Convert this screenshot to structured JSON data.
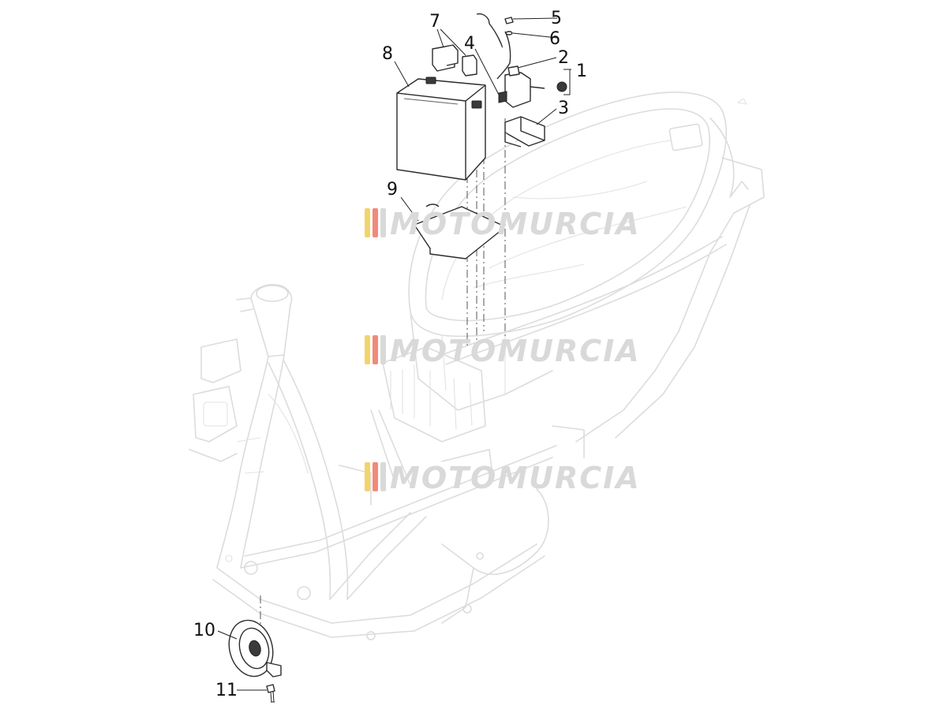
{
  "diagram": {
    "callouts": [
      {
        "id": "c1",
        "label": "1"
      },
      {
        "id": "c2",
        "label": "2"
      },
      {
        "id": "c3",
        "label": "3"
      },
      {
        "id": "c4",
        "label": "4"
      },
      {
        "id": "c5",
        "label": "5"
      },
      {
        "id": "c6",
        "label": "6"
      },
      {
        "id": "c7",
        "label": "7"
      },
      {
        "id": "c8",
        "label": "8"
      },
      {
        "id": "c9",
        "label": "9"
      },
      {
        "id": "c10",
        "label": "10"
      },
      {
        "id": "c11",
        "label": "11"
      }
    ]
  },
  "watermark": {
    "text": "MOTOMURCIA",
    "colors": [
      "#f2d46b",
      "#f08a7a",
      "#d9d9d9"
    ]
  }
}
